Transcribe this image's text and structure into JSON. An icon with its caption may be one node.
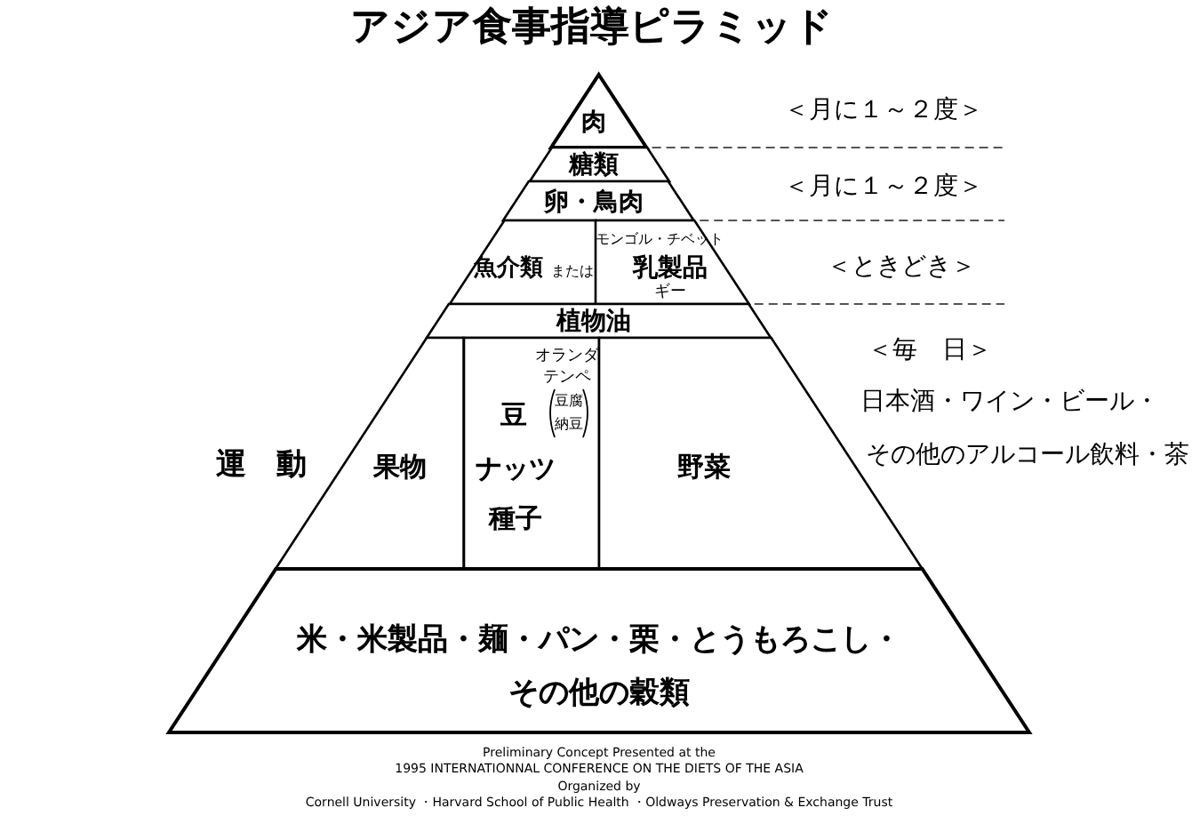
{
  "diagram": {
    "title": "アジア食事指導ピラミッド",
    "nodes": [
      {
        "text": [
          "肉"
        ]
      },
      {
        "text": [
          "糖類"
        ]
      },
      {
        "text": [
          "卵・鳥肉"
        ]
      },
      {
        "text": [
          "魚介類",
          "または"
        ]
      },
      {
        "text": [
          "モンゴル・チベット",
          "乳製品",
          "ギー"
        ]
      },
      {
        "text": [
          "植物油"
        ]
      },
      {
        "text": [
          "果物"
        ]
      },
      {
        "text": [
          "オランダ",
          "テンペ",
          "豆",
          "豆腐",
          "納豆",
          "ナッツ",
          "種子"
        ]
      },
      {
        "text": [
          "野菜"
        ]
      },
      {
        "text": [
          "米・米製品・麺・パン・栗・とうもろこし・その他の穀類"
        ]
      }
    ],
    "labels": [
      "＜月に１～２度＞",
      "＜月に１～２度＞",
      "＜ときどき＞",
      "＜毎　日＞",
      "日本酒・ワイン・ビール・",
      "その他のアルコール飲料・茶",
      "運　動",
      "Preliminary Concept Presented at the",
      "1995 INTERNATIONNAL CONFERENCE ON THE DIETS OF THE ASIA",
      "Organized by",
      "Cornell University  ・Harvard School of Public Health  ・Oldways Preservation & Exchange Trust"
    ]
  }
}
